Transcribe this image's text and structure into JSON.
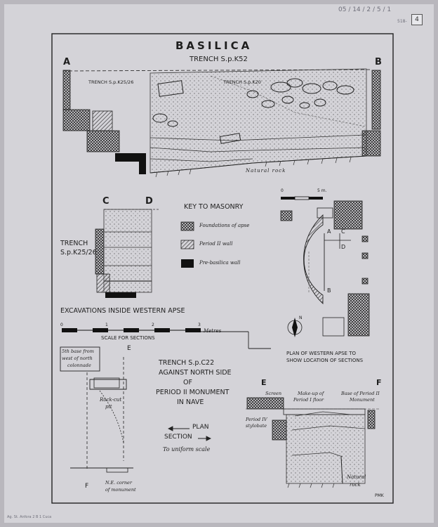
{
  "title": "BASILICA",
  "trench_k52": "TRENCH  S.p.K52",
  "label_a": "A",
  "label_b": "B",
  "label_c": "C",
  "label_d": "D",
  "label_e": "E",
  "label_f": "F",
  "trench_k25_small": "TRENCH  S.p.K25/26",
  "trench_k20_small": "TRENCH  S.p.K20",
  "natural_rock": "Natural  rock",
  "trench_k2526_line1": "TRENCH",
  "trench_k2526_line2": "S.p.K25/26",
  "key_title": "KEY TO MASONRY",
  "key_items": [
    "Foundations of apse",
    "Period II wall",
    "Pre-basilica wall"
  ],
  "excavations_title": "EXCAVATIONS INSIDE WESTERN APSE",
  "scale": {
    "ticks": [
      "0",
      "1",
      "2",
      "3"
    ],
    "unit": "Metres",
    "caption": "SCALE FOR SECTIONS"
  },
  "plan_scale": {
    "ticks": [
      "0",
      "5 m."
    ]
  },
  "plan_caption": [
    "PLAN OF WESTERN APSE TO",
    "SHOW LOCATION OF SECTIONS"
  ],
  "north": "N",
  "trench_c22": [
    "TRENCH  S.p.C22",
    "AGAINST NORTH SIDE",
    "OF",
    "PERIOD II MONUMENT",
    "IN NAVE"
  ],
  "legend_plan": "PLAN",
  "legend_section": "SECTION",
  "uniform_scale": "To uniform scale",
  "fifth_base": [
    "5th base from",
    "west of north",
    "colonnade"
  ],
  "rock_cut_pit": [
    "Rock-cut",
    "pit"
  ],
  "ne_corner": [
    "N.E. corner",
    "of monument"
  ],
  "screen": "Screen",
  "makeup": [
    "Make-up of",
    "Period I floor"
  ],
  "base_period": [
    "Base of Period II",
    "Monument"
  ],
  "stylobate": [
    "Period IV",
    "stylobate"
  ],
  "natural_rock2": [
    "Natural",
    "rock"
  ],
  "initials": "PMK",
  "archive_number": "05 / 14 / 2 / 5 / 1",
  "archive_page": "4",
  "archive_small": "518-",
  "bottom_note": "Ag. St. Anfora 2 B 1 Cuca",
  "colors": {
    "paper": "#d4d3d8",
    "ink": "#1e1e1e",
    "mount": "#b9b7bd"
  }
}
